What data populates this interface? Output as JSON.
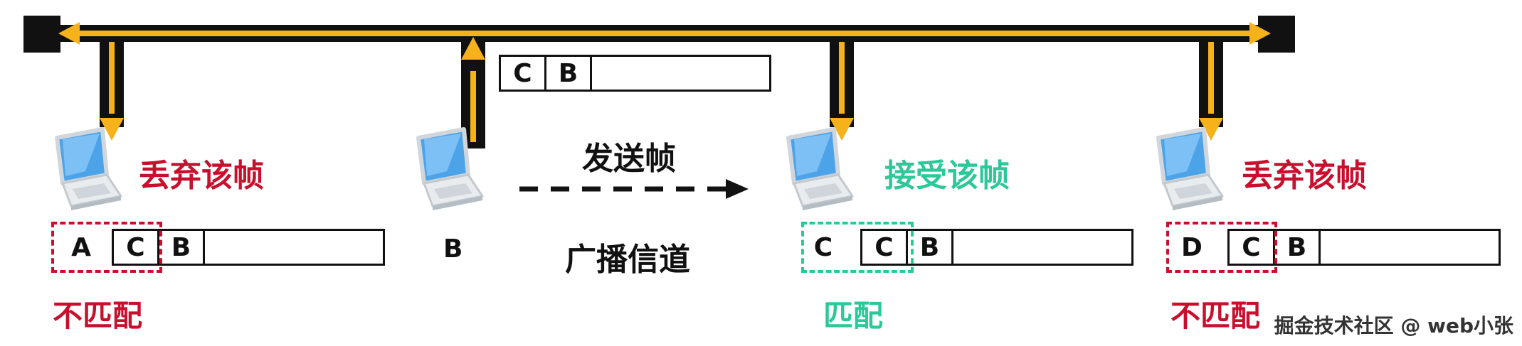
{
  "diagram": {
    "colors": {
      "bus": "#111111",
      "arrow": "#f5b21b",
      "red": "#c8102e",
      "green": "#2cc89a"
    },
    "bus_frame": {
      "cells": [
        "C",
        "B"
      ]
    },
    "send_label": "发送帧",
    "channel_label": "广播信道",
    "sender": {
      "name": "B",
      "icon": "laptop-icon"
    },
    "receivers": [
      {
        "id": "a",
        "own_address": "A",
        "frame_cells": [
          "C",
          "B"
        ],
        "action": "丢弃该帧",
        "result": "不匹配",
        "status": "mismatch",
        "icon": "laptop-icon"
      },
      {
        "id": "c",
        "own_address": "C",
        "frame_cells": [
          "C",
          "B"
        ],
        "action": "接受该帧",
        "result": "匹配",
        "status": "match",
        "icon": "laptop-icon"
      },
      {
        "id": "d",
        "own_address": "D",
        "frame_cells": [
          "C",
          "B"
        ],
        "action": "丢弃该帧",
        "result": "不匹配",
        "status": "mismatch",
        "icon": "laptop-icon"
      }
    ]
  },
  "watermark": "掘金技术社区 @ web小张"
}
